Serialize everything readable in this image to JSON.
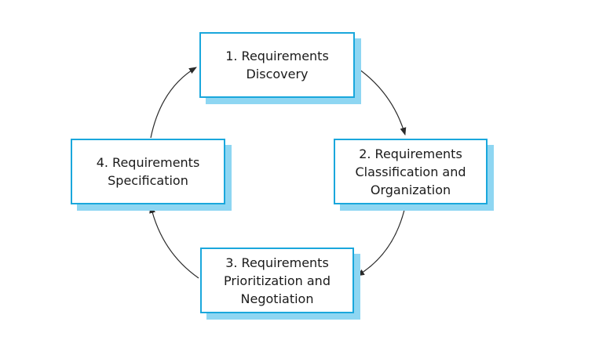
{
  "colors": {
    "box_border": "#1aa7dc",
    "box_shadow": "#8ed6f2",
    "arrow": "#2a2a2a"
  },
  "steps": [
    {
      "lines": [
        "1. Requirements",
        "Discovery"
      ]
    },
    {
      "lines": [
        "2. Requirements",
        "Classification and",
        "Organization"
      ]
    },
    {
      "lines": [
        "3. Requirements",
        "Prioritization and",
        "Negotiation"
      ]
    },
    {
      "lines": [
        "4. Requirements",
        "Specification"
      ]
    }
  ]
}
